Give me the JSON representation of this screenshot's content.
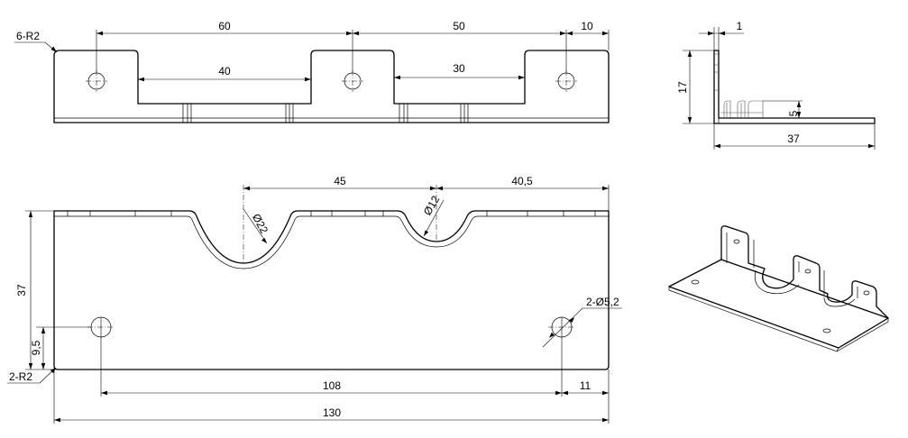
{
  "front_view": {
    "corner_radius": "6-R2",
    "dim_60": "60",
    "dim_50": "50",
    "dim_10": "10",
    "dim_40": "40",
    "dim_30": "30"
  },
  "side_view": {
    "thickness": "1",
    "height": "17",
    "flange": "5",
    "width": "37"
  },
  "plan_view": {
    "dim_45": "45",
    "dim_40_5": "40,5",
    "dia_22": "Ø22",
    "dia_12": "Ø12",
    "height": "37",
    "hole_offset": "9,5",
    "holes": "2-Ø5,2",
    "corner_radius": "2-R2",
    "hole_spacing": "108",
    "edge_offset": "11",
    "overall_length": "130"
  }
}
